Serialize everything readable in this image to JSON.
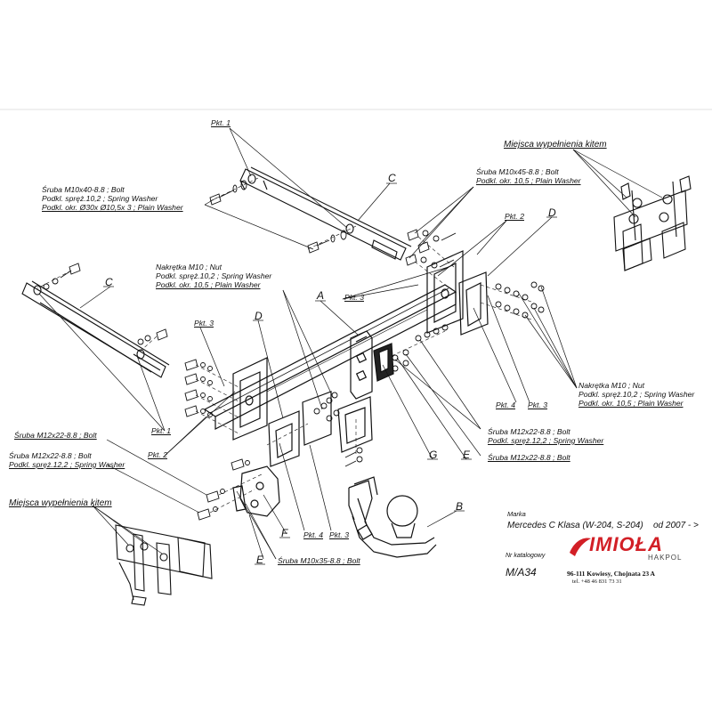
{
  "labels": {
    "pkt1_top": "Pkt. 1",
    "pkt1_left": "Pkt. 1",
    "pkt2_right": "Pkt. 2",
    "pkt2_left": "Pkt. 2",
    "pkt3_mid": "Pkt. 3",
    "pkt3_left": "Pkt. 3",
    "pkt3_bottom": "Pkt. 3",
    "pkt3_right": "Pkt. 3",
    "pkt4_right": "Pkt. 4",
    "pkt4_bottom": "Pkt. 4",
    "kit_top": "Miejsca wypełnienia kitem",
    "kit_bottom": "Miejsca wypełnienia kitem",
    "screw_left_1": "Śruba M10x40-8.8 ;  Bolt",
    "screw_left_2": "Podkl. spręż.10,2 ; Spring Washer",
    "screw_left_3": "Podkl. okr.  Ø30x Ø10,5x 3 ; Plain Washer",
    "screw_right_1": "Śruba M10x45-8.8 ;  Bolt",
    "screw_right_2": "Podkl. okr. 10,5 ; Plain Washer",
    "nut_mid_1": "Nakrętka  M10 ; Nut",
    "nut_mid_2": "Podkl. spręż.10,2 ; Spring Washer",
    "nut_mid_3": "Podkl. okr. 10,5 ; Plain Washer",
    "nut_right_1": "Nakrętka  M10 ; Nut",
    "nut_right_2": "Podkl. spręż.10,2 ; Spring Washer",
    "nut_right_3": "Podkl. okr. 10,5 ; Plain Washer",
    "m12_left_1": "Śruba M12x22-8.8 ;  Bolt",
    "m12_left_2": "Śruba M12x22-8.8 ;  Bolt",
    "m12_left_3": "Podkl. spręż.12,2 ; Spring Washer",
    "m12_right_1": "Śruba M12x22-8.8 ;  Bolt",
    "m12_right_2": "Podkl. spręż.12,2 ; Spring Washer",
    "m12_right_3": "Śruba M12x22-8.8 ;  Bolt",
    "m10x35": "Śruba M10x35-8.8 ;  Bolt",
    "part_A": "A",
    "part_B": "B",
    "part_C_top": "C",
    "part_C_left": "C",
    "part_D_right": "D",
    "part_D_mid": "D",
    "part_E_right": "E",
    "part_E_bottom": "E",
    "part_F": "F",
    "part_G": "G"
  },
  "info": {
    "marka_label": "Marka",
    "model": "Mercedes C Klasa (W-204, S-204)",
    "year": "od 2007 - >",
    "catalog_label": "Nr katalogowy",
    "catalog_number": "M/A34",
    "address": "96-111 Kowiesy, Chojnata 23 A",
    "phone": "tel. +48 46 831 73 31"
  },
  "logo": {
    "name": "IMIOŁA",
    "subtitle": "HAKPOL",
    "color": "#d21f26"
  }
}
